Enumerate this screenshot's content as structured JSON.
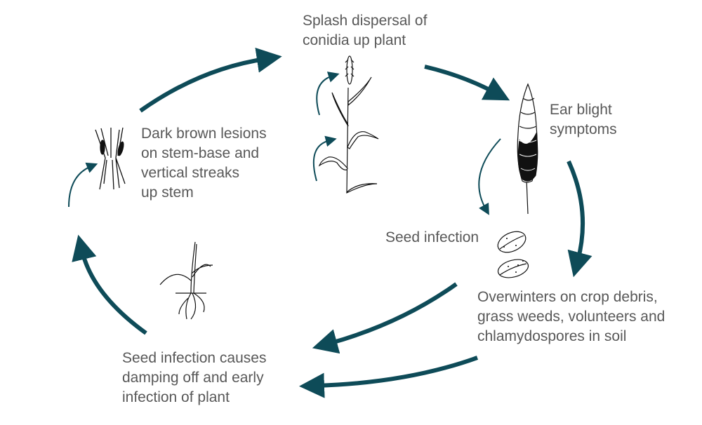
{
  "colors": {
    "arrow": "#0e4b58",
    "text": "#585858",
    "line": "#111111"
  },
  "labels": {
    "splash": [
      "Splash dispersal of",
      "conidia up plant"
    ],
    "ear_blight": [
      "Ear blight",
      "symptoms"
    ],
    "seed_infection": "Seed infection",
    "overwinters": [
      "Overwinters on crop debris,",
      "grass weeds, volunteers and",
      "chlamydospores in soil"
    ],
    "damping_off": [
      "Seed infection causes",
      "damping off and early",
      "infection of plant"
    ],
    "lesions": [
      "Dark brown lesions",
      "on stem-base and",
      "vertical streaks",
      "up stem"
    ]
  }
}
